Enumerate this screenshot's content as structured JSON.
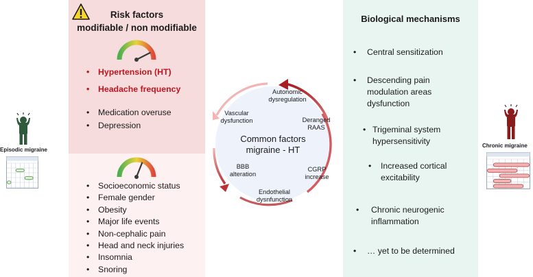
{
  "risk": {
    "title_line1": "Risk factors",
    "title_line2": "modifiable / non modifiable",
    "top_items": [
      {
        "label": "Hypertension (HT)",
        "highlight": true
      },
      {
        "label": "Headache frequency",
        "highlight": true
      },
      {
        "label": "Medication overuse",
        "highlight": false
      },
      {
        "label": "Depression",
        "highlight": false
      }
    ],
    "bottom_items": [
      "Socioeconomic status",
      "Female gender",
      "Obesity",
      "Major life events",
      "Non-cephalic pain",
      "Head and neck injuries",
      "Insomnia",
      "Snoring"
    ],
    "gauge_top_level": 0.85,
    "gauge_bottom_level": 0.62
  },
  "center": {
    "title_line1": "Common factors",
    "title_line2": "migraine - HT",
    "labels": {
      "autonomic": [
        "Autonomic",
        "dysregulation"
      ],
      "vascular": [
        "Vascular",
        "dysfunction"
      ],
      "raas": [
        "Deranged",
        "RAAS"
      ],
      "bbb": [
        "BBB",
        "alteration"
      ],
      "cgrp": [
        "CGRP",
        "increase"
      ],
      "endothelial": [
        "Endothelial",
        "dysnfunction"
      ]
    }
  },
  "bio": {
    "title": "Biological mechanisms",
    "items": [
      [
        "Central sensitization"
      ],
      [
        "Descending pain",
        "modulation areas",
        "dysfunction"
      ],
      [
        "Trigeminal system",
        "hypersensitivity"
      ],
      [
        "Increased cortical",
        "excitability"
      ],
      [
        "Chronic neurogenic",
        "inflammation"
      ],
      [
        "… yet to be determined"
      ]
    ]
  },
  "side": {
    "left_label": "Episodic migraine",
    "right_label": "Chronic migraine"
  },
  "colors": {
    "red_text": "#c0151f",
    "pink_panel": "#f6dcdc",
    "light_pink_panel": "#fdf1f1",
    "green_panel": "#e9f5f0",
    "circle_fill": "#eef3fb",
    "episodic_figure": "#2f5a3c",
    "chronic_figure": "#8b1c1c"
  }
}
